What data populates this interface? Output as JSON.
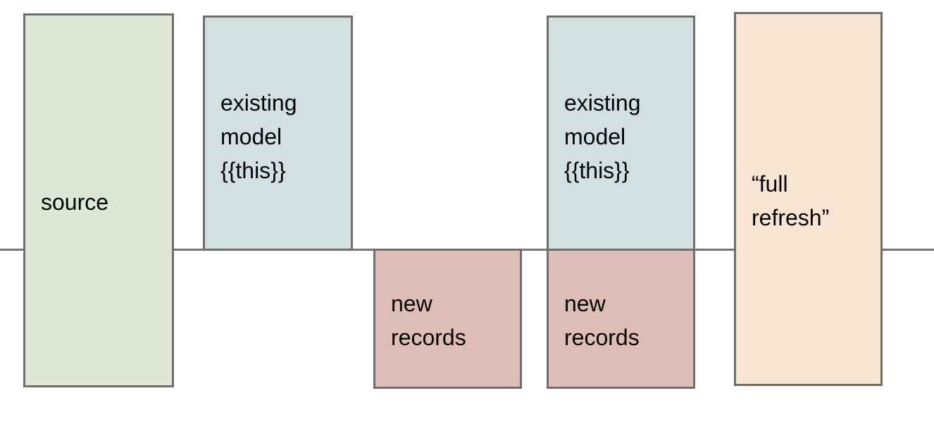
{
  "diagram": {
    "title": "dbt incremental model full refresh diagram",
    "background_color": "#ffffff",
    "baseline": {
      "label": "horizontal-baseline",
      "color": "#747474"
    },
    "boxes": [
      {
        "id": "source",
        "label": "source",
        "fill": "#dee7d5",
        "stroke": "#6e6e6e"
      },
      {
        "id": "existing-model-1",
        "label": "existing\nmodel\n{{this}}",
        "fill": "#d3e0e2",
        "stroke": "#6e6e6e"
      },
      {
        "id": "new-records-1",
        "label": "new\nrecords",
        "fill": "#debdb6",
        "stroke": "#6e6e6e"
      },
      {
        "id": "existing-model-2",
        "label": "existing\nmodel\n{{this}}",
        "fill": "#d3e0e2",
        "stroke": "#6e6e6e"
      },
      {
        "id": "new-records-2",
        "label": "new\nrecords",
        "fill": "#debdb6",
        "stroke": "#6e6e6e"
      },
      {
        "id": "full-refresh",
        "label": "“full\nrefresh”",
        "fill": "#f7e4d2",
        "stroke": "#6e6e6e"
      }
    ]
  }
}
